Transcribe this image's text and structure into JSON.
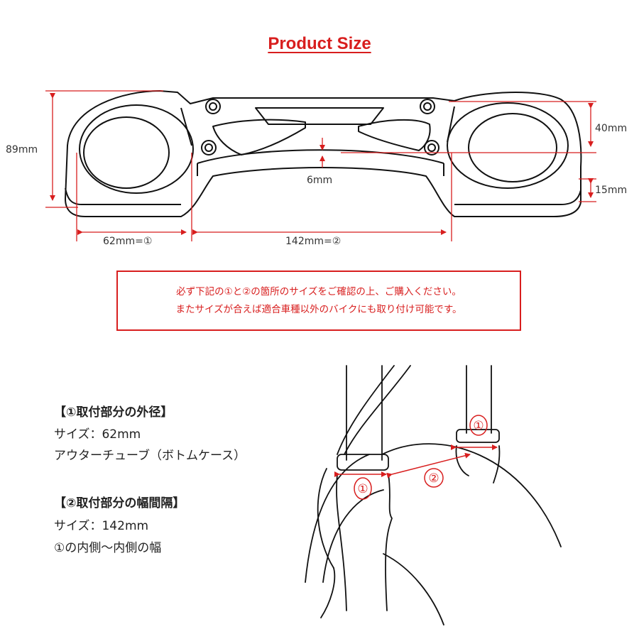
{
  "title": "Product Size",
  "dimensions": {
    "height_total": "89mm",
    "height_clamp": "40mm",
    "height_lower": "15mm",
    "gap_center": "6mm",
    "outer_diameter": "62mm=①",
    "spacing": "142mm=②"
  },
  "notice": {
    "line1": "必ず下記の①と②の箇所のサイズをご確認の上、ご購入ください。",
    "line2": "またサイズが合えば適合車種以外のバイクにも取り付け可能です。"
  },
  "spec1": {
    "heading": "【①取付部分の外径】",
    "size": "サイズ：62mm",
    "desc": "アウターチューブ（ボトムケース）"
  },
  "spec2": {
    "heading": "【②取付部分の幅間隔】",
    "size": "サイズ：142mm",
    "desc": "①の内側〜内側の幅"
  },
  "fork_labels": {
    "one": "①",
    "two": "②"
  },
  "colors": {
    "accent": "#d81e1e",
    "line": "#111111"
  }
}
